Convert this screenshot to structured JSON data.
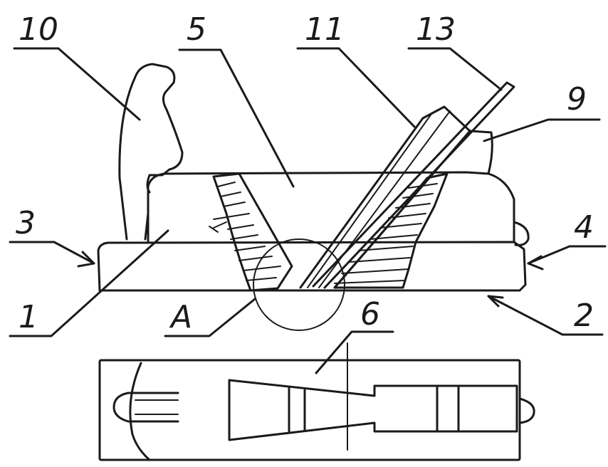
{
  "labels": {
    "handle": "10",
    "wedge": "5",
    "blade": "11",
    "screw": "13",
    "front_horn": "9",
    "rear_end": "3",
    "front_end": "4",
    "body": "1",
    "detail": "A",
    "sole": "2",
    "mouth": "6"
  }
}
